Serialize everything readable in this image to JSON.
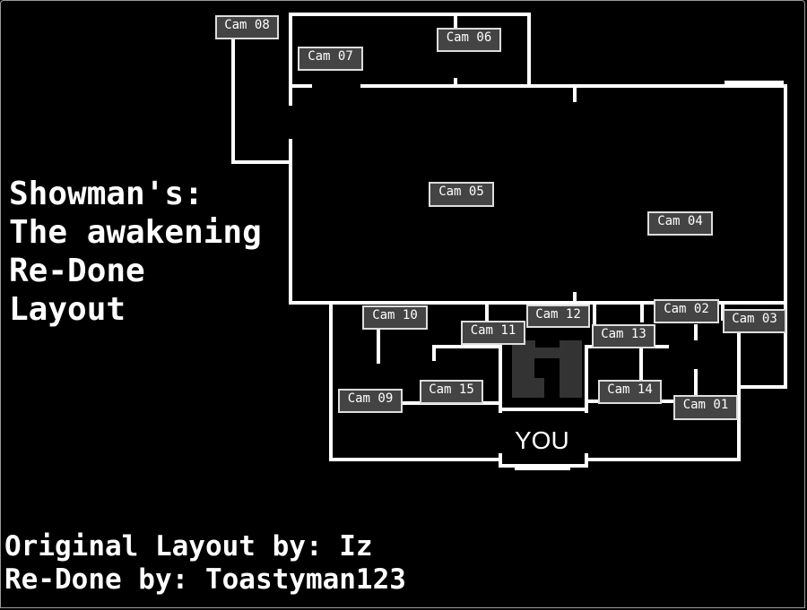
{
  "title_lines": [
    "Showman's:",
    "The awakening",
    "Re-Done",
    "Layout"
  ],
  "credits": {
    "original": "Original Layout by: Iz",
    "redone": "Re-Done by: Toastyman123"
  },
  "you_label": "YOU",
  "cameras": {
    "cam08": "Cam 08",
    "cam07": "Cam 07",
    "cam06": "Cam 06",
    "cam05": "Cam 05",
    "cam04": "Cam 04",
    "cam10": "Cam 10",
    "cam12": "Cam 12",
    "cam02": "Cam 02",
    "cam03": "Cam 03",
    "cam11": "Cam 11",
    "cam13": "Cam 13",
    "cam09": "Cam 09",
    "cam15": "Cam 15",
    "cam14": "Cam 14",
    "cam01": "Cam 01"
  },
  "colors": {
    "background": "#000000",
    "walls": "#ffffff",
    "button_fill": "#444444",
    "button_border": "#dddddd",
    "vent": "#333333"
  }
}
